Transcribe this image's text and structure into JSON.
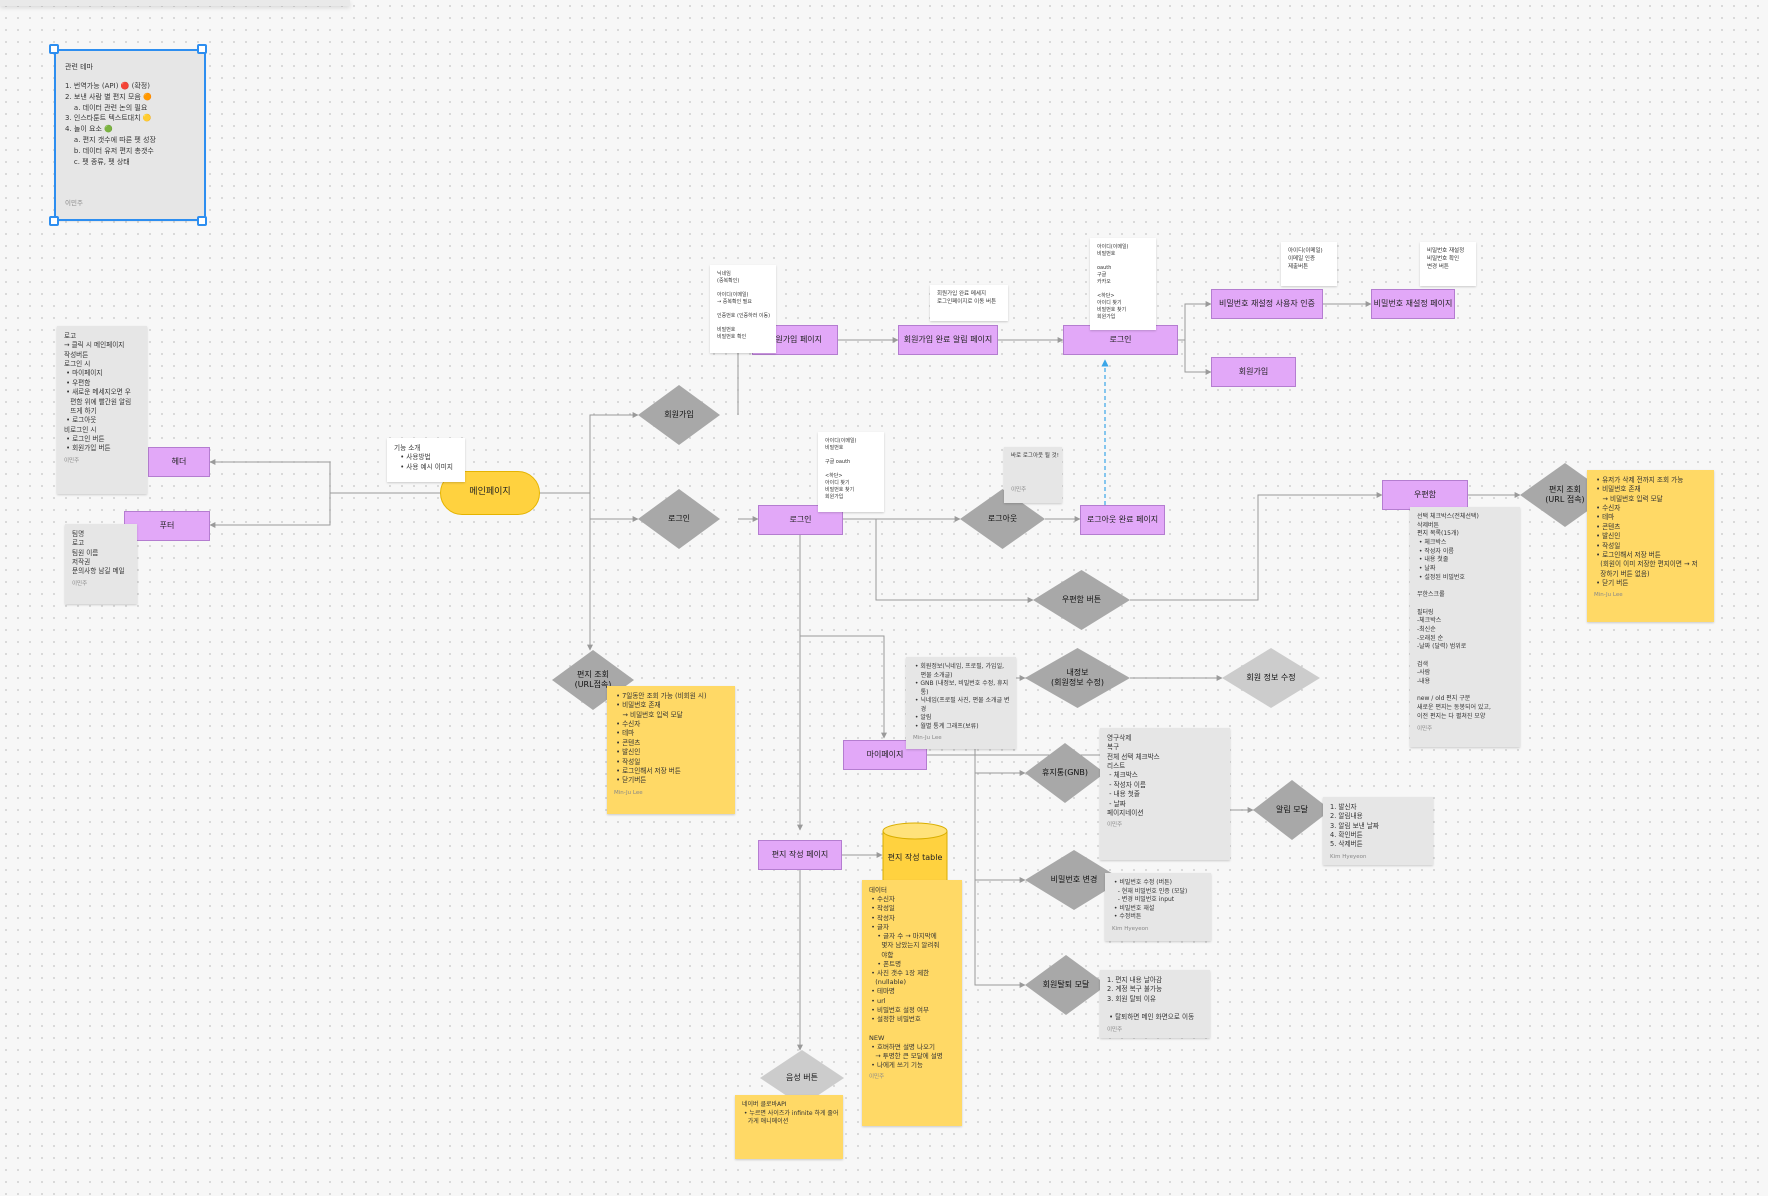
{
  "nodes": {
    "main": "메인페이지",
    "header": "헤더",
    "footer": "푸터",
    "signup_page": "회원가입 페이지",
    "signup_done": "회원가입 완료 알림 페이지",
    "login": "로그인",
    "pw_reset_auth": "비밀번호 재설정 사용자 인증",
    "pw_reset_page": "비밀번호 재설정 페이지",
    "signup2": "회원가입",
    "login_page": "로그인",
    "logout_done": "로그아웃 완료 페이지",
    "mailbox": "우편함",
    "mypage": "마이페이지",
    "letter_write": "편지 작성 페이지"
  },
  "diamonds": {
    "signup": "회원가입",
    "login": "로그인",
    "letter_view": "편지 조회\n(URL접속)",
    "logout": "로그아웃",
    "mailbox_btn": "우편함 버튼",
    "my_info": "내정보\n(회원정보 수정)",
    "member_info_edit": "회원 정보 수정",
    "trash": "휴지통(GNB)",
    "alarm_modal": "알림 모달",
    "pw_change": "비밀번호 변경",
    "withdraw": "회원탈퇴 모달",
    "letter_view2": "편지 조회\n(URL 접속)",
    "voice_btn": "음성 버튼"
  },
  "db": {
    "label": "편지 작성 table"
  },
  "notes": {
    "idea": {
      "title": "관련 테마",
      "lines": [
        "1. 번역가능 (API) 🔴 (확정)",
        "2. 보낸 사람 별 편지 모음 🟠",
        "    a. 데이터 관련 논의 필요",
        "3. 인스타툰트 텍스트대치 🟡",
        "4. 놀이 요소 🟢",
        "    a. 편지 갯수에 따른 펫 성장",
        "    b. 데이터 유저 편지 총갯수",
        "    c. 펫 종류, 펫 상태"
      ],
      "author": "이민주"
    },
    "header_note": {
      "lines": [
        "로고",
        "→ 클릭 시 메인페이지",
        "작성버튼",
        "로그인 시",
        " • 마이페이지",
        " • 우편함",
        " • 새로운 메세지오면 우",
        "   편함 위에 빨간원 알림",
        "   뜨게 하기",
        " • 로그아웃",
        "비로그인 시",
        " • 로그인 버튼",
        " • 회원가입 버튼"
      ],
      "author": "이민주"
    },
    "footer_note": {
      "lines": [
        "팀명",
        "로고",
        "팀원 이름",
        "저작권",
        "문의사항 남길 메일"
      ],
      "author": "이민주"
    },
    "main_note": {
      "lines": [
        "기능 소개",
        "   • 사용방법",
        "   • 사용 예시 이미지"
      ]
    },
    "signup_note": {
      "lines": [
        "닉네임",
        "(중복확인)",
        "",
        "아이디(이메일)",
        "→ 중복확인 필요",
        "",
        "인증번호 (인증하러 이동)",
        "",
        "비밀번호",
        "비밀번호 확인"
      ]
    },
    "signup_done_note": {
      "lines": [
        "회원가입 완료 메세지",
        "로그인페이지로 이동 버튼"
      ]
    },
    "login_note_top": {
      "lines": [
        "아이디(이메일)",
        "비밀번호",
        "",
        "oauth",
        "구글",
        "카카오",
        "",
        "<하단>",
        "아이디 찾기",
        "비밀번호 찾기",
        "회원가입"
      ]
    },
    "pw_reset_auth_note": {
      "lines": [
        "아이디(이메일)",
        "이메일 인증",
        "제출버튼"
      ]
    },
    "pw_reset_note": {
      "lines": [
        "비밀번호 재설정",
        "비밀번호 확인",
        "변경 버튼"
      ]
    },
    "login_note_mid": {
      "lines": [
        "아이디(이메일)",
        "비밀번호",
        "",
        "구글 oauth",
        "",
        "<하단>",
        "아이디 찾기",
        "비밀번호 찾기",
        "회원가입"
      ]
    },
    "logout_note": {
      "lines": [
        "바로 로그아웃 될 것!"
      ],
      "author": "이민주"
    },
    "letter_view_note": {
      "lines": [
        " • 7일동안 조회 가능 (비회원 시)",
        " • 비밀번호 존재",
        "    → 비밀번호 입력 모달",
        " • 수신자",
        " • 테마",
        " • 콘텐츠",
        " • 발신인",
        " • 작성일",
        " • 로그인해서 저장 버튼",
        " • 닫기버튼"
      ],
      "author": "Min-Ju Lee"
    },
    "mypage_note": {
      "lines": [
        " • 회원정보(닉네임, 프로필, 가입일,",
        "    편물 소개글)",
        " • GNB (내정보, 비밀번호 수정, 휴지",
        "    통)",
        " • 닉네임(프로필 사진, 편물 소개글 변",
        "    경",
        " • 알림",
        " • 월별 통계 그래프(보류)"
      ],
      "author": "Min-Ju Lee"
    },
    "trash_note": {
      "lines": [
        "영구삭제",
        "복구",
        "전체 선택 체크박스",
        "리스트",
        " - 체크박스",
        " - 작성자 이름",
        " - 내용 첫줄",
        " - 날짜",
        "페이지네이션"
      ],
      "author": "이민주"
    },
    "alarm_note": {
      "lines": [
        "1. 발신자",
        "2. 알림내용",
        "3. 알림 보낸 날짜",
        "4. 확인버튼",
        "5. 삭제버튼"
      ],
      "author": "Kim Hyeyeon"
    },
    "pw_change_note": {
      "lines": [
        " • 비밀번호 수정 (버튼)",
        "   - 현재 비밀번호 인증 (모달)",
        "   - 변경 비밀번호 input",
        " • 비밀번호 재설",
        " • 수정버튼"
      ],
      "author": "Kim Hyeyeon"
    },
    "withdraw_note": {
      "lines": [
        "1. 편지 내용 날아감",
        "2. 계정 복구 불가능",
        "3. 회원 탈퇴 이유",
        "",
        " • 탈퇴하면 메인 화면으로 이동"
      ],
      "author": "이민주"
    },
    "mailbox_note": {
      "lines": [
        "선택 체크박스(전체선택)",
        "삭제버튼",
        "편지 목록(15개)",
        " • 체크박스",
        " • 작성자 이름",
        " • 내용 첫줄",
        " • 날짜",
        " • 설정된 비밀번호",
        "",
        "무한스크롤",
        "",
        "필터링",
        "-체크박스",
        "-최신순",
        "-오래된 순",
        "-날짜 (달력) 범위로",
        "",
        "검색",
        "-사람",
        "-내용",
        "",
        "new / old 편지 구분",
        "새로운 편지는 동봉되어 있고,",
        "이전 편지는 다 펼쳐진 모양"
      ],
      "author": "이민주"
    },
    "letter_view2_note": {
      "lines": [
        " • 유저가 삭제 전까지 조회 가능",
        " • 비밀번호 존재",
        "    → 비밀번호 입력 모달",
        " • 수신자",
        " • 테마",
        " • 콘텐츠",
        " • 발신인",
        " • 작성일",
        " • 로그인해서 저장 버튼",
        "   (회원이 이미 저장한 편지이면 → 저",
        "   장하기 버튼 없음)",
        " • 닫기 버튼"
      ],
      "author": "Min-Ju Lee"
    },
    "db_note": {
      "lines": [
        "데이터",
        " • 수신자",
        " • 작성일",
        " • 작성자",
        " • 글자",
        "    • 글자 수 → 마지막에",
        "      몇자 남았는지 알려줘",
        "      야함",
        "    • 폰트명",
        " • 사진 갯수 1장 제한",
        "   (nullable)",
        " • 테마명",
        " • url",
        " • 비밀번호 설정 여부",
        " • 설정한 비밀번호",
        "",
        "NEW",
        " • 호버하면 설명 나오기",
        "   → 투명한 큰 모달에 설명",
        " • 나에게 쓰기 기능"
      ],
      "author": "이민주"
    },
    "voice_note": {
      "lines": [
        "네이버 클로바API",
        " • 누르면 사이즈가 infinite 하게 줄어",
        "   가게 애니메이션"
      ]
    }
  },
  "colors": {
    "page_rect": "#e2a8f8",
    "start_pill": "#ffd23f",
    "decision": "#a8a8a8",
    "note_gray": "#e6e6e6",
    "note_yellow": "#ffd966",
    "selection": "#2d8ef0",
    "edge": "#9a9a9a",
    "edge_dashed": "#3aa6e8"
  }
}
